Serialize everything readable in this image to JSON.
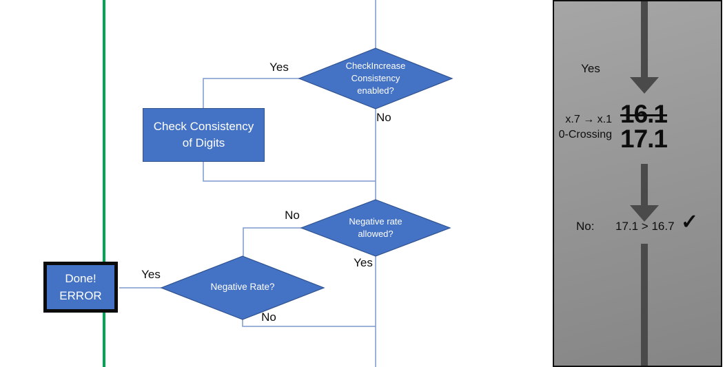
{
  "colors": {
    "shape_fill": "#4472C4",
    "shape_border": "#2F528F",
    "connector": "#7C99CF",
    "green_line": "#00A651",
    "panel_arrow": "#4A4A4A",
    "done_box_border": "#0B0B0B"
  },
  "flowchart": {
    "nodes": {
      "check_increase_diamond": {
        "line1": "CheckIncrease",
        "line2": "Consistency",
        "line3": "enabled?"
      },
      "check_consistency_box": {
        "line1": "Check Consistency",
        "line2": "of Digits"
      },
      "negative_rate_allowed_diamond": {
        "line1": "Negative rate",
        "line2": "allowed?"
      },
      "negative_rate_diamond": {
        "label": "Negative Rate?"
      },
      "done_error_box": {
        "line1": "Done!",
        "line2": "ERROR"
      }
    },
    "edge_labels": {
      "top_yes": "Yes",
      "top_no": "No",
      "mid_no": "No",
      "mid_yes": "Yes",
      "left_yes": "Yes",
      "bottom_no": "No"
    }
  },
  "side_panel": {
    "yes_label": "Yes",
    "transition_line1": "x.7 → x.1",
    "transition_line2": "0-Crossing",
    "old_value": "16.1",
    "new_value": "17.1",
    "result_label": "No:",
    "result_expression": "17.1 > 16.7",
    "checkmark": "✓"
  }
}
